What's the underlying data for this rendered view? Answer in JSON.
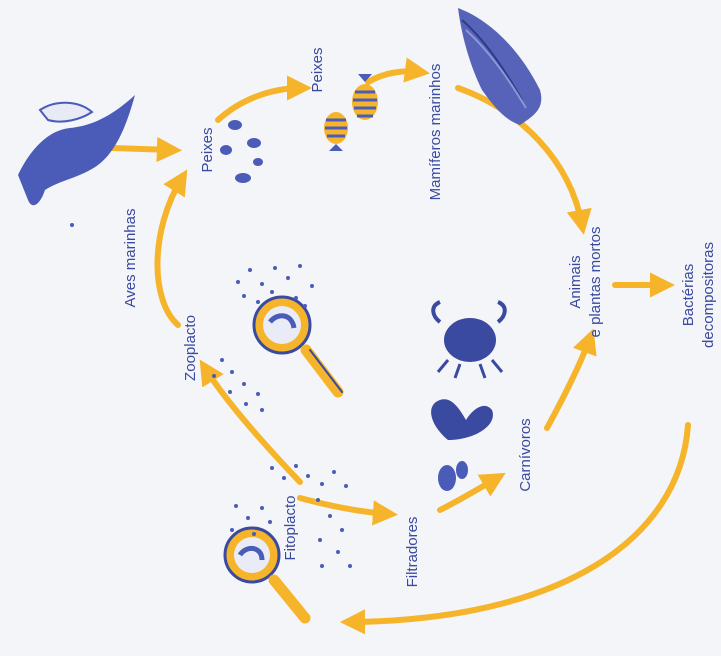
{
  "diagram": {
    "labels": {
      "aves_marinhas": "Aves marinhas",
      "peixes_small": "Peixes",
      "peixes_big": "Peixes",
      "mamiferos": "Mamíferos marinhos",
      "animais_l1": "Animais",
      "animais_l2": "e plantas mortos",
      "bacterias_l1": "Bactérias",
      "bacterias_l2": "decompositoras",
      "zooplacto": "Zooplacto",
      "fitoplacto": "Fitoplacto",
      "filtradores": "Filtradores",
      "carnivoros": "Carnívoros"
    },
    "colors": {
      "arrow": "#f6b42a",
      "ink": "#3a4aa0",
      "creature": "#4a5bb8",
      "background": "#f4f5f8"
    },
    "icons": [
      "seabird-icon",
      "whale-icon",
      "fish-icon",
      "striped-fish-icon",
      "crab-icon",
      "magnifier-icon",
      "plankton-icon",
      "shell-icon"
    ]
  }
}
